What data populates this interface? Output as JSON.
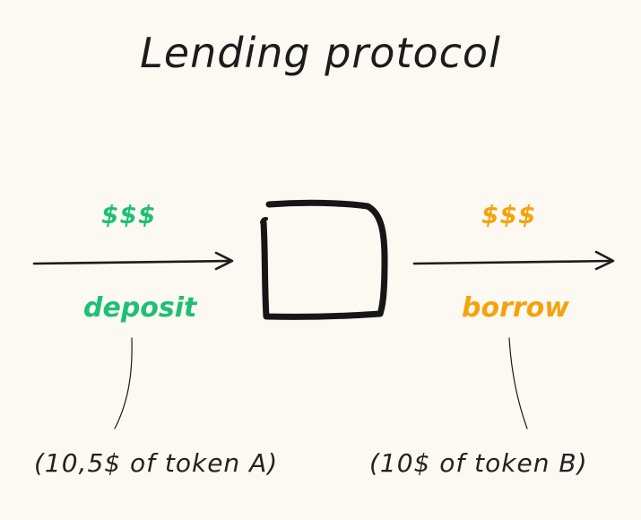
{
  "title": "Lending protocol",
  "colors": {
    "deposit": "#1fbf74",
    "borrow": "#f5a20d",
    "ink": "#1c1c1c",
    "background": "#fcf9f2"
  },
  "deposit": {
    "money": "$$$",
    "label": "deposit",
    "note": "(10,5$ of token A)"
  },
  "borrow": {
    "money": "$$$",
    "label": "borrow",
    "note": "(10$ of token B)"
  },
  "protocol_icon": "protocol-box-icon"
}
